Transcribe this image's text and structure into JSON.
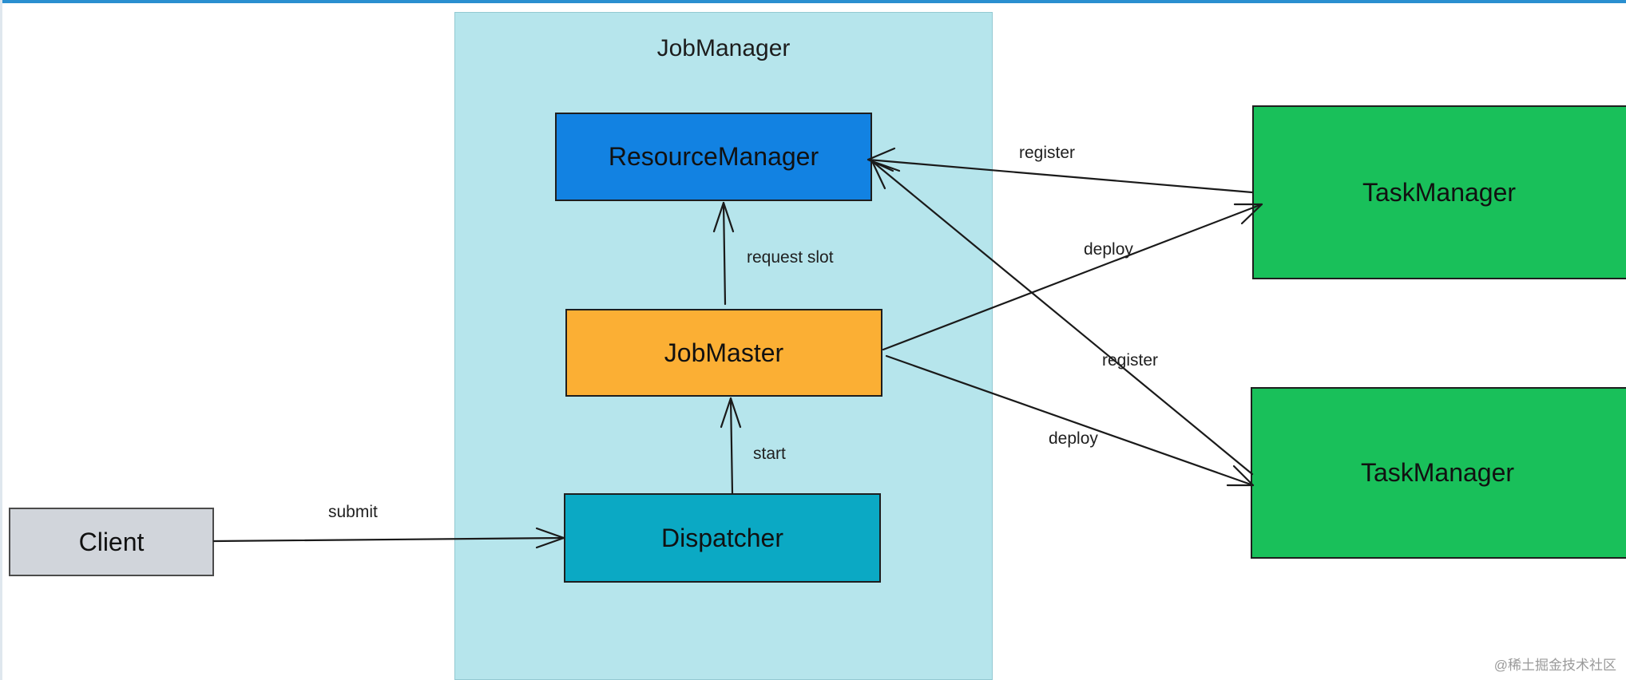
{
  "diagram": {
    "container": {
      "title": "JobManager"
    },
    "nodes": {
      "resource_manager": "ResourceManager",
      "job_master": "JobMaster",
      "dispatcher": "Dispatcher",
      "client": "Client",
      "task_manager_1": "TaskManager",
      "task_manager_2": "TaskManager"
    },
    "edges": {
      "submit": "submit",
      "start": "start",
      "request_slot": "request slot",
      "register_1": "register",
      "register_2": "register",
      "deploy_1": "deploy",
      "deploy_2": "deploy"
    }
  },
  "watermark": "@稀土掘金技术社区",
  "colors": {
    "container_fill": "#b6e5ec",
    "resource_manager_fill": "#1282e2",
    "job_master_fill": "#fbaf34",
    "dispatcher_fill": "#0ba9c4",
    "client_fill": "#d1d5db",
    "task_manager_fill": "#19c05a"
  }
}
